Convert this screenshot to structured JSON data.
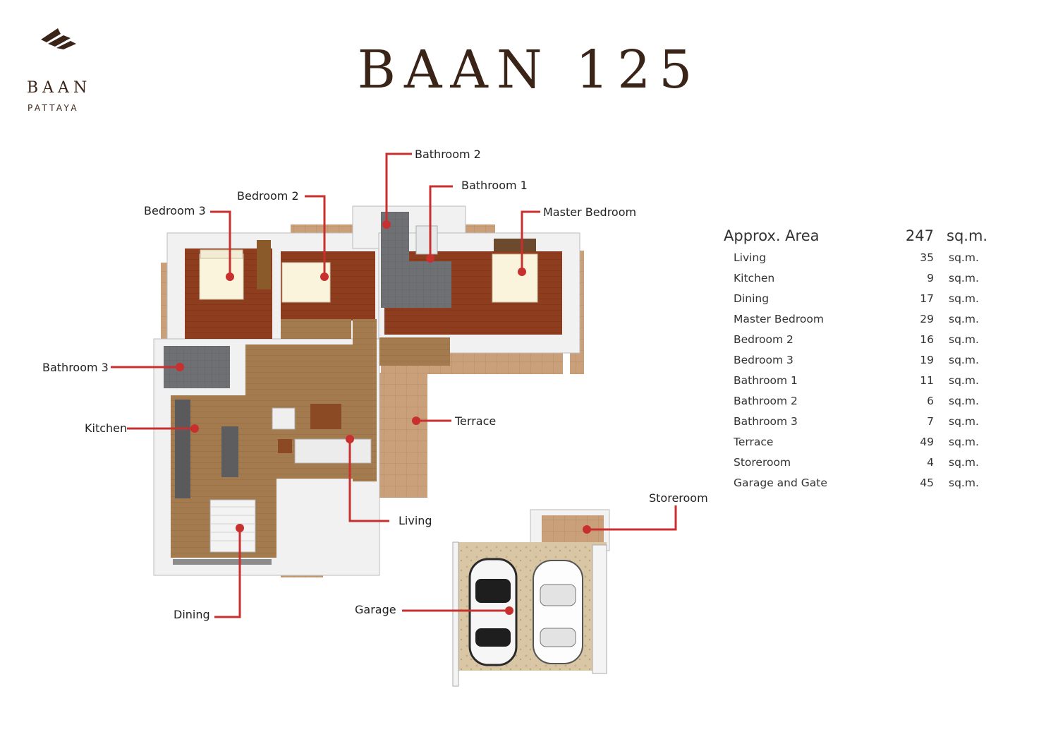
{
  "brand": {
    "name": "BAAN",
    "sub": "PATTAYA"
  },
  "title": "BAAN 125",
  "colors": {
    "accent_red": "#c8302f",
    "title_brown": "#3a2418",
    "wood_floor": "#8b3a1c",
    "tile_floor": "#c99e77"
  },
  "plan_labels": {
    "bathroom2": "Bathroom 2",
    "bathroom1": "Bathroom 1",
    "bedroom2": "Bedroom 2",
    "bedroom3": "Bedroom 3",
    "master_bedroom": "Master Bedroom",
    "bathroom3": "Bathroom 3",
    "kitchen": "Kitchen",
    "terrace": "Terrace",
    "living": "Living",
    "storeroom": "Storeroom",
    "garage": "Garage",
    "dining": "Dining"
  },
  "area": {
    "header": {
      "label": "Approx. Area",
      "value": "247",
      "unit": "sq.m."
    },
    "rows": [
      {
        "name": "Living",
        "value": "35",
        "unit": "sq.m."
      },
      {
        "name": "Kitchen",
        "value": "9",
        "unit": "sq.m."
      },
      {
        "name": "Dining",
        "value": "17",
        "unit": "sq.m."
      },
      {
        "name": "Master Bedroom",
        "value": "29",
        "unit": "sq.m."
      },
      {
        "name": "Bedroom 2",
        "value": "16",
        "unit": "sq.m."
      },
      {
        "name": "Bedroom 3",
        "value": "19",
        "unit": "sq.m."
      },
      {
        "name": "Bathroom 1",
        "value": "11",
        "unit": "sq.m."
      },
      {
        "name": "Bathroom 2",
        "value": "6",
        "unit": "sq.m."
      },
      {
        "name": "Bathroom 3",
        "value": "7",
        "unit": "sq.m."
      },
      {
        "name": "Terrace",
        "value": "49",
        "unit": "sq.m."
      },
      {
        "name": "Storeroom",
        "value": "4",
        "unit": "sq.m."
      },
      {
        "name": "Garage and Gate",
        "value": "45",
        "unit": "sq.m."
      }
    ]
  }
}
